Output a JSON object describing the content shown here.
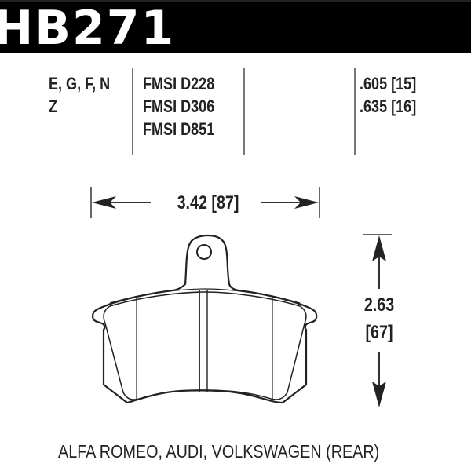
{
  "header": {
    "part_number": "HB271",
    "background_color": "#000000",
    "text_color": "#ffffff"
  },
  "specs": {
    "compounds": [
      "E, G, F, N",
      "Z"
    ],
    "fmsi_codes": [
      "FMSI D228",
      "FMSI D306",
      "FMSI D851"
    ],
    "thickness": [
      ".605 [15]",
      ".635 [16]"
    ]
  },
  "dimensions": {
    "width_label": "3.42 [87]",
    "height_label_in": "2.63",
    "height_label_mm": "[67]"
  },
  "icons": {
    "width_arrow": "double-arrow-horizontal",
    "height_arrow": "double-arrow-vertical",
    "pad_outline": "brake-pad-drawing"
  },
  "footer": {
    "application": "ALFA ROMEO, AUDI, VOLKSWAGEN (REAR)"
  }
}
